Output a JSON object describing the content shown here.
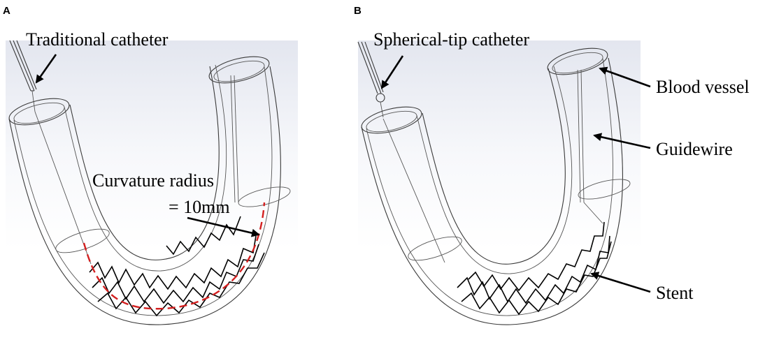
{
  "panel_a": {
    "letter": "A",
    "catheter_label": "Traditional catheter",
    "curvature_label_line1": "Curvature radius",
    "curvature_label_line2": "= 10mm"
  },
  "panel_b": {
    "letter": "B",
    "catheter_label": "Spherical-tip catheter",
    "blood_vessel_label": "Blood vessel",
    "guidewire_label": "Guidewire",
    "stent_label": "Stent"
  },
  "colors": {
    "radius_marker": "#d42020",
    "outline": "#3a3a3a",
    "stent": "#000000"
  }
}
